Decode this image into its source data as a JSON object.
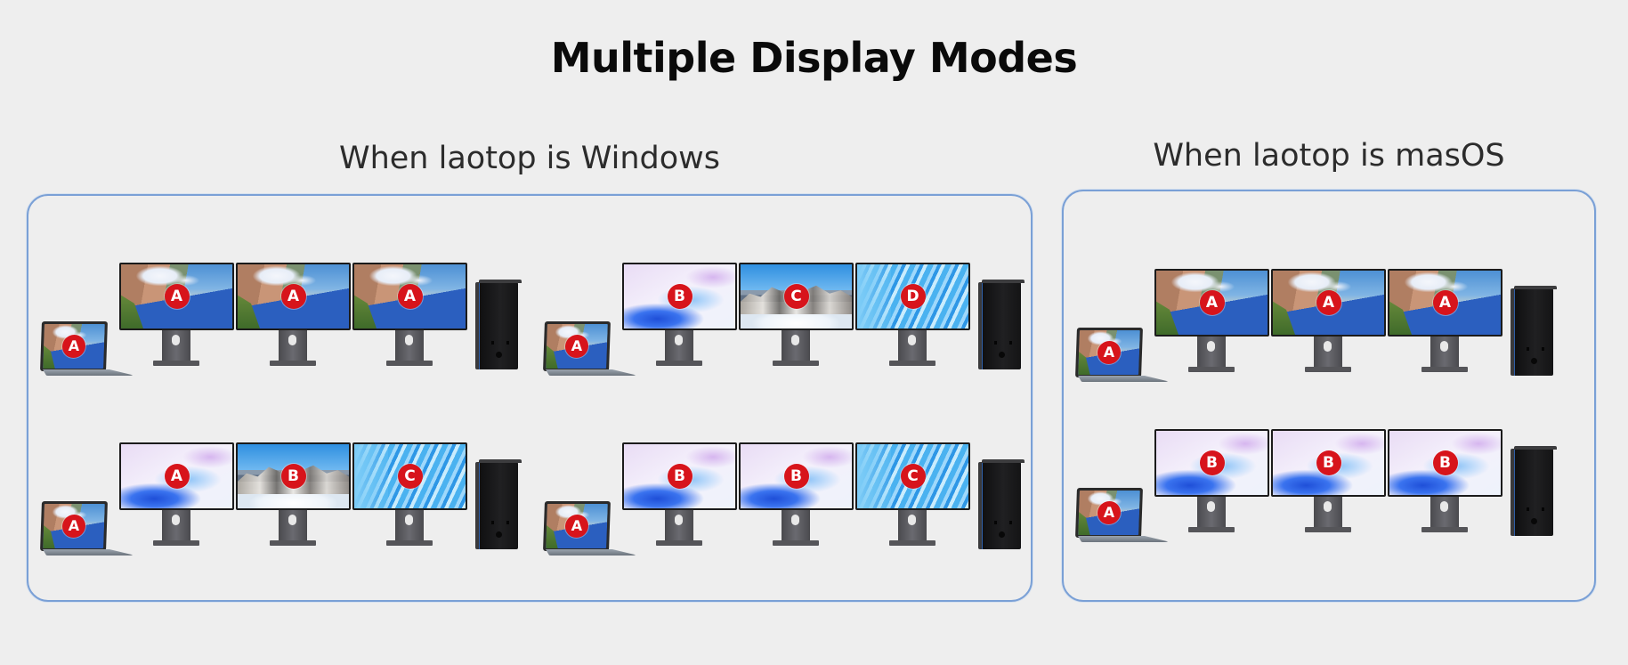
{
  "title": "Multiple Display Modes",
  "colors": {
    "background": "#eeeeee",
    "panel_border": "#7aa0d6",
    "badge_fill": "#d7141b",
    "badge_text": "#ffffff"
  },
  "sections": [
    {
      "heading": "When laotop is Windows",
      "scenes": [
        {
          "laptop": {
            "label": "A",
            "wallpaper": "lake"
          },
          "monitors": [
            {
              "label": "A",
              "wallpaper": "lake"
            },
            {
              "label": "A",
              "wallpaper": "lake"
            },
            {
              "label": "A",
              "wallpaper": "lake"
            }
          ],
          "tower": "desktop-pc-tower"
        },
        {
          "laptop": {
            "label": "A",
            "wallpaper": "lake"
          },
          "monitors": [
            {
              "label": "B",
              "wallpaper": "wave"
            },
            {
              "label": "C",
              "wallpaper": "mountain"
            },
            {
              "label": "D",
              "wallpaper": "stripes"
            }
          ],
          "tower": "desktop-pc-tower"
        },
        {
          "laptop": {
            "label": "A",
            "wallpaper": "lake"
          },
          "monitors": [
            {
              "label": "A",
              "wallpaper": "wave"
            },
            {
              "label": "B",
              "wallpaper": "mountain"
            },
            {
              "label": "C",
              "wallpaper": "stripes"
            }
          ],
          "tower": "desktop-pc-tower"
        },
        {
          "laptop": {
            "label": "A",
            "wallpaper": "lake"
          },
          "monitors": [
            {
              "label": "B",
              "wallpaper": "wave"
            },
            {
              "label": "B",
              "wallpaper": "wave"
            },
            {
              "label": "C",
              "wallpaper": "stripes"
            }
          ],
          "tower": "desktop-pc-tower"
        }
      ]
    },
    {
      "heading": "When laotop is masOS",
      "scenes": [
        {
          "laptop": {
            "label": "A",
            "wallpaper": "lake"
          },
          "monitors": [
            {
              "label": "A",
              "wallpaper": "lake"
            },
            {
              "label": "A",
              "wallpaper": "lake"
            },
            {
              "label": "A",
              "wallpaper": "lake"
            }
          ],
          "tower": "desktop-pc-tower"
        },
        {
          "laptop": {
            "label": "A",
            "wallpaper": "lake"
          },
          "monitors": [
            {
              "label": "B",
              "wallpaper": "wave"
            },
            {
              "label": "B",
              "wallpaper": "wave"
            },
            {
              "label": "B",
              "wallpaper": "wave"
            }
          ],
          "tower": "desktop-pc-tower"
        }
      ]
    }
  ]
}
